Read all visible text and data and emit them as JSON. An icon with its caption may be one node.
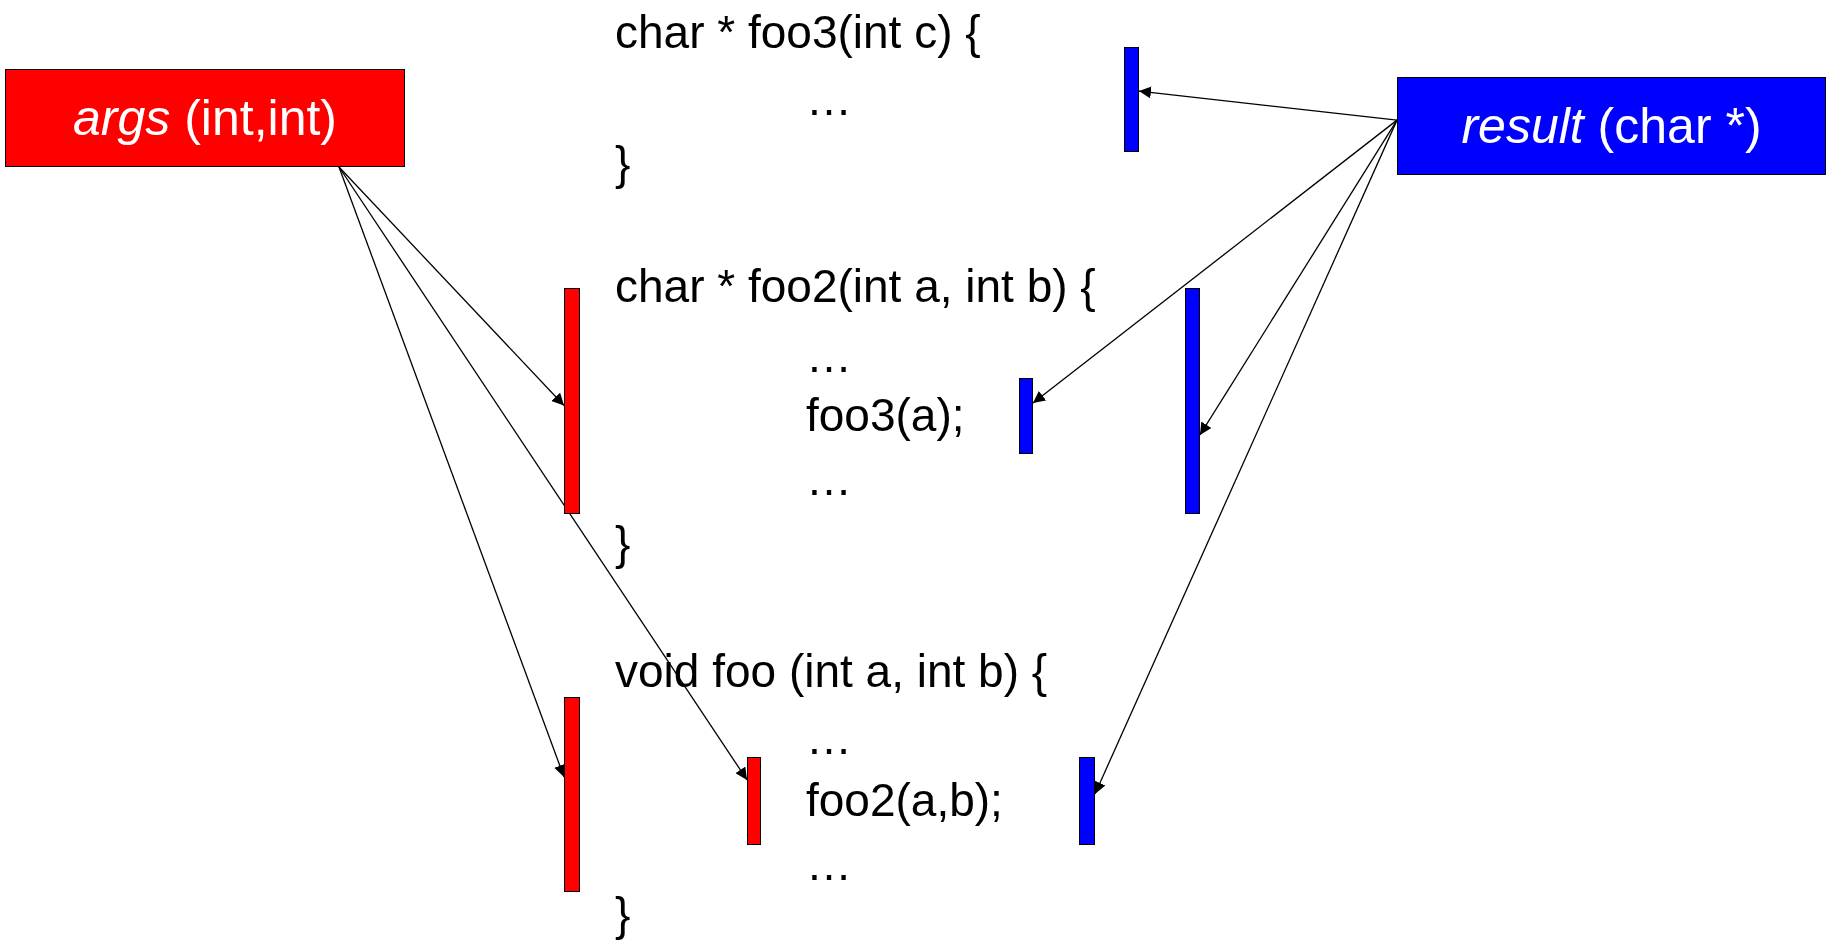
{
  "diagram": {
    "nodes": [
      {
        "text": [
          "*args* (int,int)"
        ]
      },
      {
        "text": [
          "*result* (char *)"
        ]
      },
      {
        "text": [],
        "shape": "bar"
      },
      {
        "text": [],
        "shape": "bar"
      },
      {
        "text": [],
        "shape": "bar"
      },
      {
        "text": [],
        "shape": "bar"
      },
      {
        "text": [],
        "shape": "bar"
      },
      {
        "text": [],
        "shape": "bar"
      },
      {
        "text": [],
        "shape": "bar"
      }
    ],
    "edges": [
      {
        "from": 0,
        "to": 3,
        "arrow": "to"
      },
      {
        "from": 0,
        "to": 6,
        "arrow": "to"
      },
      {
        "from": 0,
        "to": 7,
        "arrow": "to"
      },
      {
        "from": 1,
        "to": 2,
        "arrow": "to"
      },
      {
        "from": 1,
        "to": 5,
        "arrow": "to"
      },
      {
        "from": 1,
        "to": 4,
        "arrow": "to"
      },
      {
        "from": 1,
        "to": 8,
        "arrow": "to"
      }
    ],
    "labels": [
      "char * foo3(int c) {",
      "…",
      "}",
      "char * foo2(int a, int b) {",
      "…",
      "foo3(a);",
      "…",
      "}",
      "void foo (int a, int b)  {",
      "…",
      "foo2(a,b);",
      "…",
      "}"
    ]
  }
}
